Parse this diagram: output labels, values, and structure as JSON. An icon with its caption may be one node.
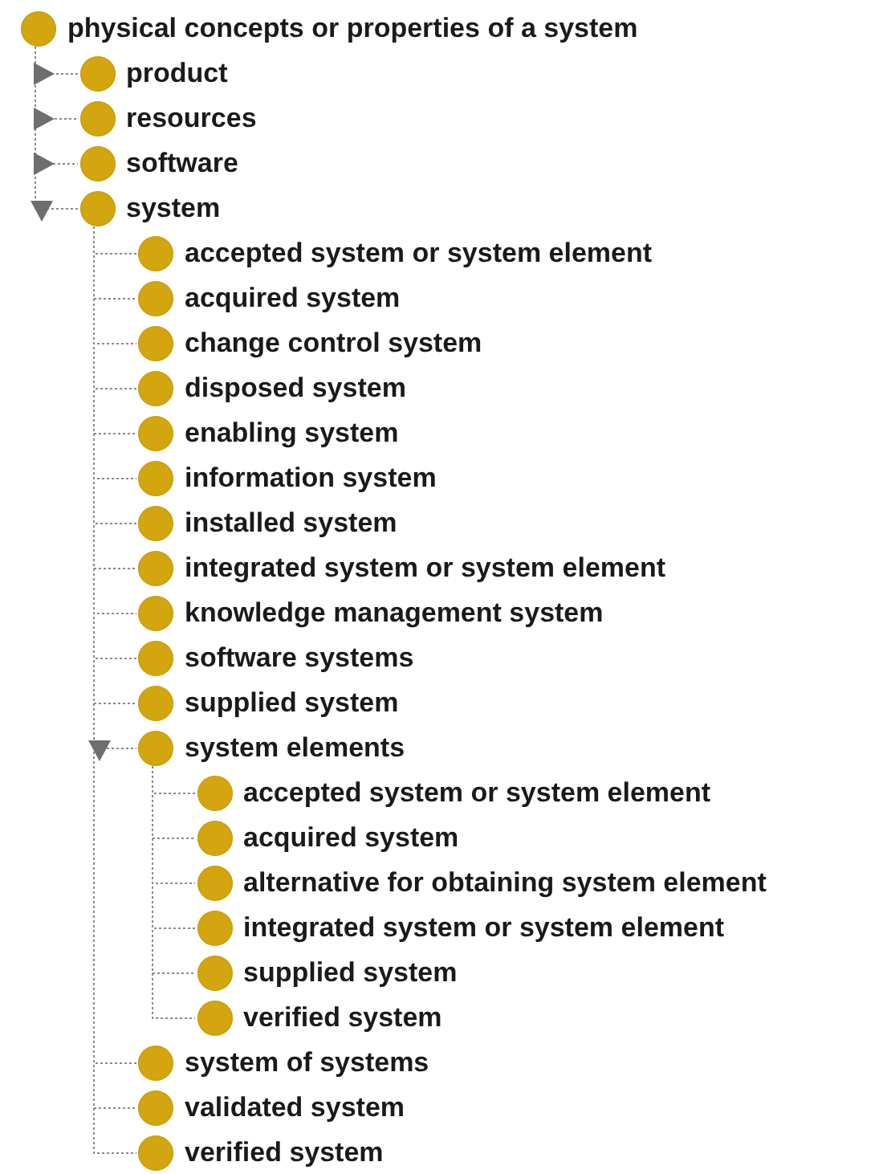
{
  "diagram": {
    "nodes": [
      {
        "text": [
          "physical concepts or properties of a system"
        ]
      },
      {
        "text": [
          "product"
        ]
      },
      {
        "text": [
          "resources"
        ]
      },
      {
        "text": [
          "software"
        ]
      },
      {
        "text": [
          "system"
        ]
      },
      {
        "text": [
          "accepted system or system element"
        ]
      },
      {
        "text": [
          "acquired system"
        ]
      },
      {
        "text": [
          "change control system"
        ]
      },
      {
        "text": [
          "disposed system"
        ]
      },
      {
        "text": [
          "enabling system"
        ]
      },
      {
        "text": [
          "information system"
        ]
      },
      {
        "text": [
          "installed system"
        ]
      },
      {
        "text": [
          "integrated system or system element"
        ]
      },
      {
        "text": [
          "knowledge management system"
        ]
      },
      {
        "text": [
          "software systems"
        ]
      },
      {
        "text": [
          "supplied system"
        ]
      },
      {
        "text": [
          "system elements"
        ]
      },
      {
        "text": [
          "accepted system or system element"
        ]
      },
      {
        "text": [
          "acquired system"
        ]
      },
      {
        "text": [
          "alternative for obtaining system element"
        ]
      },
      {
        "text": [
          "integrated system or system element"
        ]
      },
      {
        "text": [
          "supplied system"
        ]
      },
      {
        "text": [
          "verified system"
        ]
      },
      {
        "text": [
          "system of systems"
        ]
      },
      {
        "text": [
          "validated system"
        ]
      },
      {
        "text": [
          "verified system"
        ]
      }
    ],
    "edges": [
      {
        "from": 0,
        "to": 1,
        "arrow": "none"
      },
      {
        "from": 0,
        "to": 2,
        "arrow": "none"
      },
      {
        "from": 0,
        "to": 3,
        "arrow": "none"
      },
      {
        "from": 0,
        "to": 4,
        "arrow": "none"
      },
      {
        "from": 4,
        "to": 5,
        "arrow": "none"
      },
      {
        "from": 4,
        "to": 6,
        "arrow": "none"
      },
      {
        "from": 4,
        "to": 7,
        "arrow": "none"
      },
      {
        "from": 4,
        "to": 8,
        "arrow": "none"
      },
      {
        "from": 4,
        "to": 9,
        "arrow": "none"
      },
      {
        "from": 4,
        "to": 10,
        "arrow": "none"
      },
      {
        "from": 4,
        "to": 11,
        "arrow": "none"
      },
      {
        "from": 4,
        "to": 12,
        "arrow": "none"
      },
      {
        "from": 4,
        "to": 13,
        "arrow": "none"
      },
      {
        "from": 4,
        "to": 14,
        "arrow": "none"
      },
      {
        "from": 4,
        "to": 15,
        "arrow": "none"
      },
      {
        "from": 4,
        "to": 16,
        "arrow": "none"
      },
      {
        "from": 16,
        "to": 17,
        "arrow": "none"
      },
      {
        "from": 16,
        "to": 18,
        "arrow": "none"
      },
      {
        "from": 16,
        "to": 19,
        "arrow": "none"
      },
      {
        "from": 16,
        "to": 20,
        "arrow": "none"
      },
      {
        "from": 16,
        "to": 21,
        "arrow": "none"
      },
      {
        "from": 16,
        "to": 22,
        "arrow": "none"
      },
      {
        "from": 4,
        "to": 23,
        "arrow": "none"
      },
      {
        "from": 4,
        "to": 24,
        "arrow": "none"
      },
      {
        "from": 4,
        "to": 25,
        "arrow": "none"
      }
    ]
  }
}
